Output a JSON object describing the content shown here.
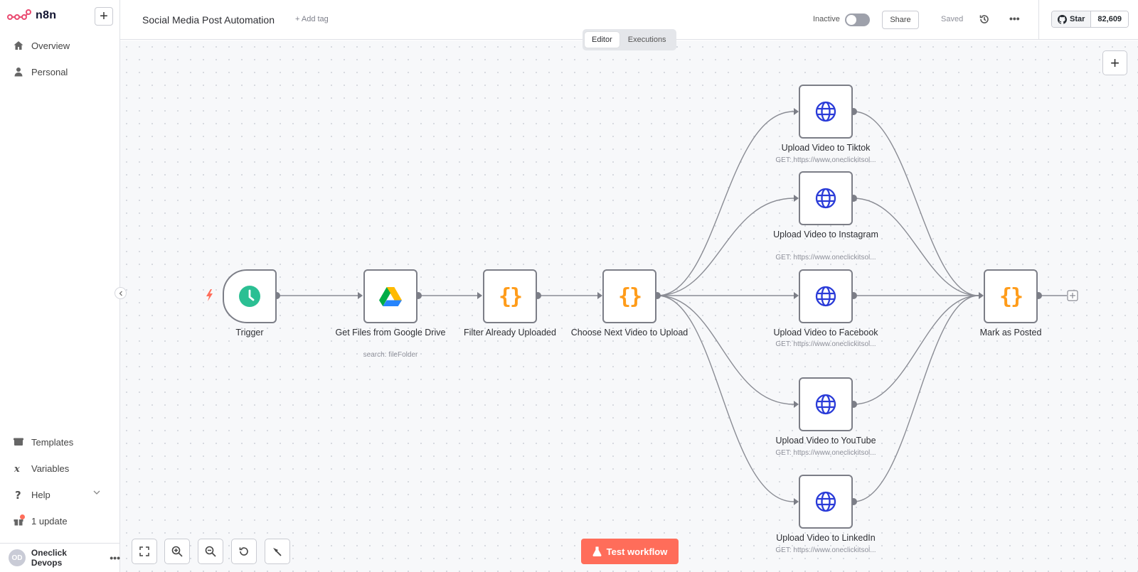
{
  "app": {
    "name": "n8n",
    "brand_color": "#ff6d5a"
  },
  "sidebar": {
    "new_icon": "plus-icon",
    "top_items": [
      {
        "label": "Overview",
        "icon": "home-icon"
      },
      {
        "label": "Personal",
        "icon": "user-icon"
      }
    ],
    "bottom_items": [
      {
        "label": "Templates",
        "icon": "box-icon"
      },
      {
        "label": "Variables",
        "icon": "variable-icon"
      },
      {
        "label": "Help",
        "icon": "question-icon"
      },
      {
        "label": "1 update",
        "icon": "gift-icon"
      }
    ],
    "user": {
      "initials": "OD",
      "name": "Oneclick Devops"
    }
  },
  "header": {
    "workflow_title": "Social Media Post Automation",
    "add_tag": "+ Add tag",
    "status_label": "Inactive",
    "share_label": "Share",
    "saved_label": "Saved",
    "github": {
      "star_label": "Star",
      "count": "82,609"
    }
  },
  "mode_tabs": [
    {
      "label": "Editor",
      "active": true
    },
    {
      "label": "Executions",
      "active": false
    }
  ],
  "nodes": [
    {
      "id": "trigger",
      "label": "Trigger",
      "subtitle": "",
      "icon": "clock-icon"
    },
    {
      "id": "gdrive",
      "label": "Get Files from Google Drive",
      "subtitle": "search: fileFolder",
      "icon": "google-drive-icon"
    },
    {
      "id": "filter",
      "label": "Filter Already Uploaded",
      "subtitle": "",
      "icon": "code-icon"
    },
    {
      "id": "choose",
      "label": "Choose Next Video to Upload",
      "subtitle": "",
      "icon": "code-icon"
    },
    {
      "id": "tiktok",
      "label": "Upload Video to Tiktok",
      "subtitle": "GET: https://www.oneclickitsol...",
      "icon": "globe-icon"
    },
    {
      "id": "instagram",
      "label": "Upload Video to Instagram",
      "subtitle": "GET: https://www.oneclickitsol...",
      "icon": "globe-icon"
    },
    {
      "id": "facebook",
      "label": "Upload Video to Facebook",
      "subtitle": "GET: https://www.oneclickitsol...",
      "icon": "globe-icon"
    },
    {
      "id": "youtube",
      "label": "Upload Video to YouTube",
      "subtitle": "GET: https://www.oneclickitsol...",
      "icon": "globe-icon"
    },
    {
      "id": "linkedin",
      "label": "Upload Video to LinkedIn",
      "subtitle": "GET: https://www.oneclickitsol...",
      "icon": "globe-icon"
    },
    {
      "id": "posted",
      "label": "Mark as Posted",
      "subtitle": "",
      "icon": "code-icon"
    }
  ],
  "toolbar": {
    "buttons": [
      "fit-view-icon",
      "zoom-in-icon",
      "zoom-out-icon",
      "reset-zoom-icon",
      "tidy-up-icon"
    ],
    "test_label": "Test workflow"
  }
}
